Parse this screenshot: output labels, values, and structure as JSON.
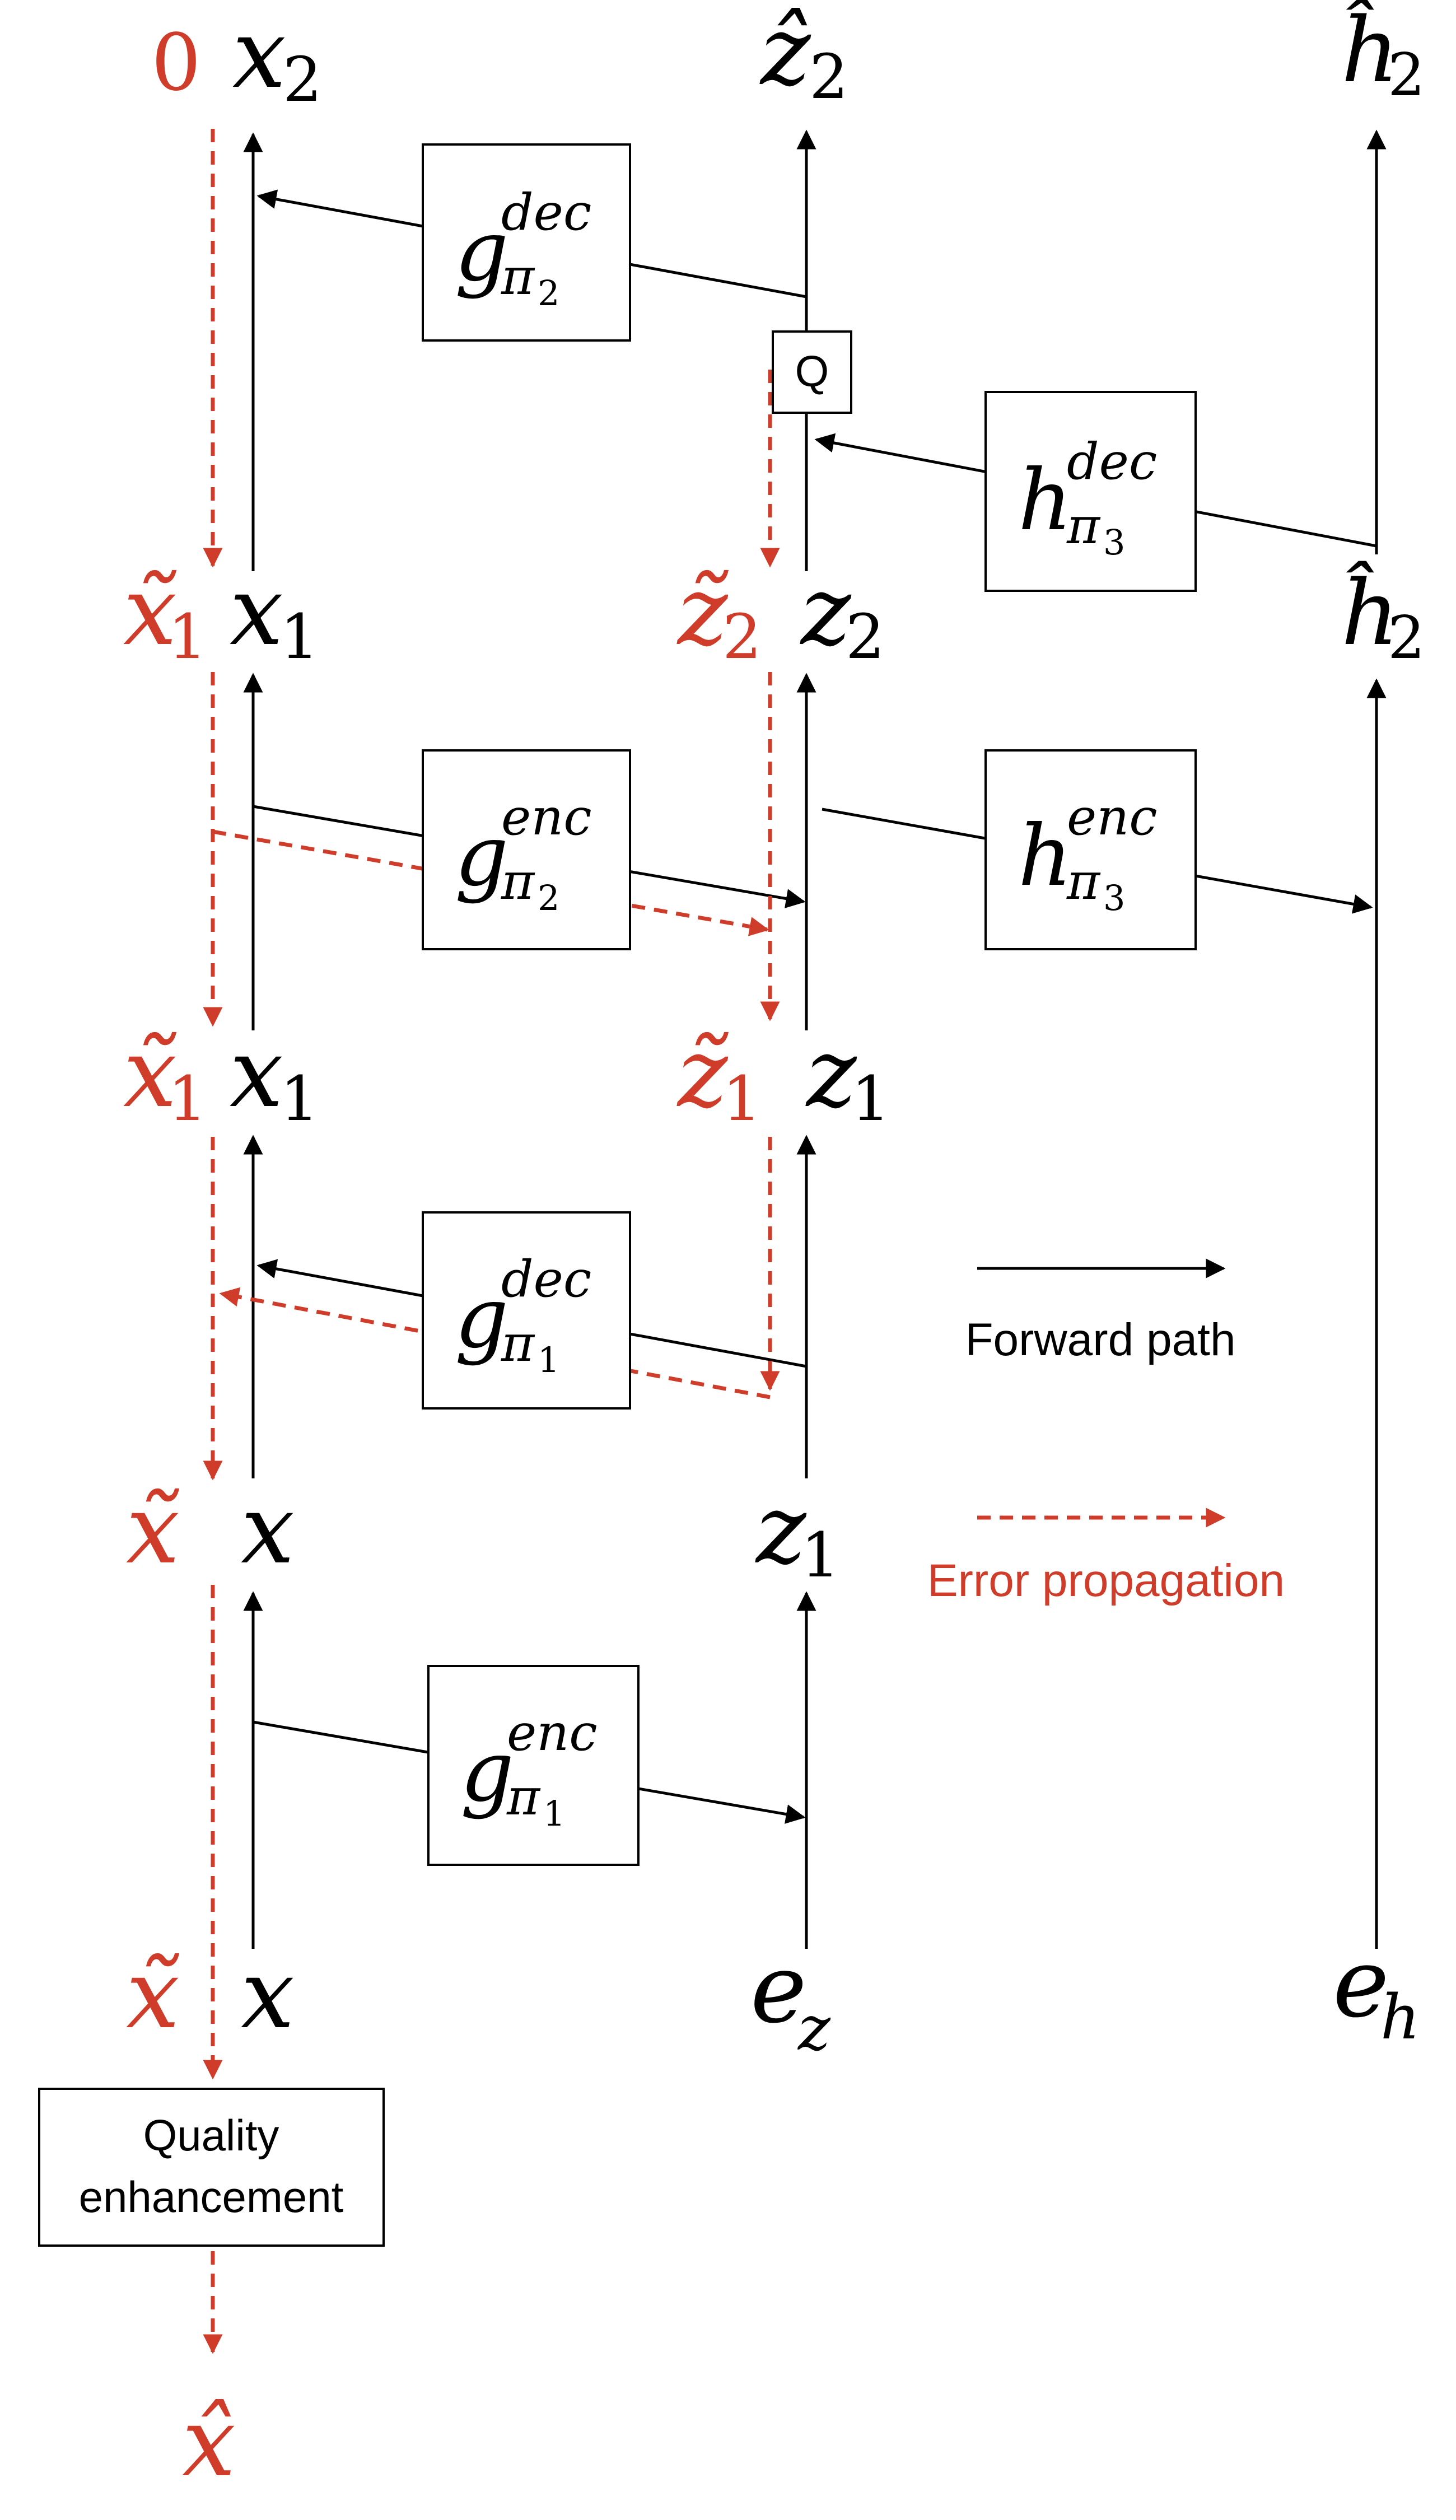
{
  "labels": {
    "zero": "0",
    "x2": "x",
    "x2_sub": "2",
    "zhat2": "ẑ",
    "zhat2_sub": "2",
    "hhat2_top": "ĥ",
    "hhat2_top_sub": "2",
    "xt1_a": "x̃",
    "xt1_a_sub": "1",
    "x1_a": "x",
    "x1_a_sub": "1",
    "zt2": "z̃",
    "zt2_sub": "2",
    "z2": "z",
    "z2_sub": "2",
    "hhat2_mid": "ĥ",
    "hhat2_mid_sub": "2",
    "xt1_b": "x̃",
    "xt1_b_sub": "1",
    "x1_b": "x",
    "x1_b_sub": "1",
    "zt1": "z̃",
    "zt1_sub": "1",
    "z1_a": "z",
    "z1_a_sub": "1",
    "xt_a": "x̃",
    "x_a": "x",
    "z1_b": "z",
    "z1_b_sub": "1",
    "xt_b": "x̃",
    "x_b": "x",
    "ez": "e",
    "ez_sub": "z",
    "eh": "e",
    "eh_sub": "h",
    "xhat": "x̂"
  },
  "boxes": {
    "g2dec": {
      "base": "g",
      "sup": "dec",
      "sub": "π",
      "subsub": "2"
    },
    "h3dec": {
      "base": "h",
      "sup": "dec",
      "sub": "π",
      "subsub": "3"
    },
    "g2enc": {
      "base": "g",
      "sup": "enc",
      "sub": "π",
      "subsub": "2"
    },
    "h3enc": {
      "base": "h",
      "sup": "enc",
      "sub": "π",
      "subsub": "3"
    },
    "g1dec": {
      "base": "g",
      "sup": "dec",
      "sub": "π",
      "subsub": "1"
    },
    "g1enc": {
      "base": "g",
      "sup": "enc",
      "sub": "π",
      "subsub": "1"
    },
    "q": "Q",
    "quality_line1": "Quality",
    "quality_line2": "enhancement"
  },
  "legend": {
    "forward": "Forward path",
    "error": "Error propagation"
  },
  "colors": {
    "forward": "#000000",
    "error": "#d03c2a"
  }
}
